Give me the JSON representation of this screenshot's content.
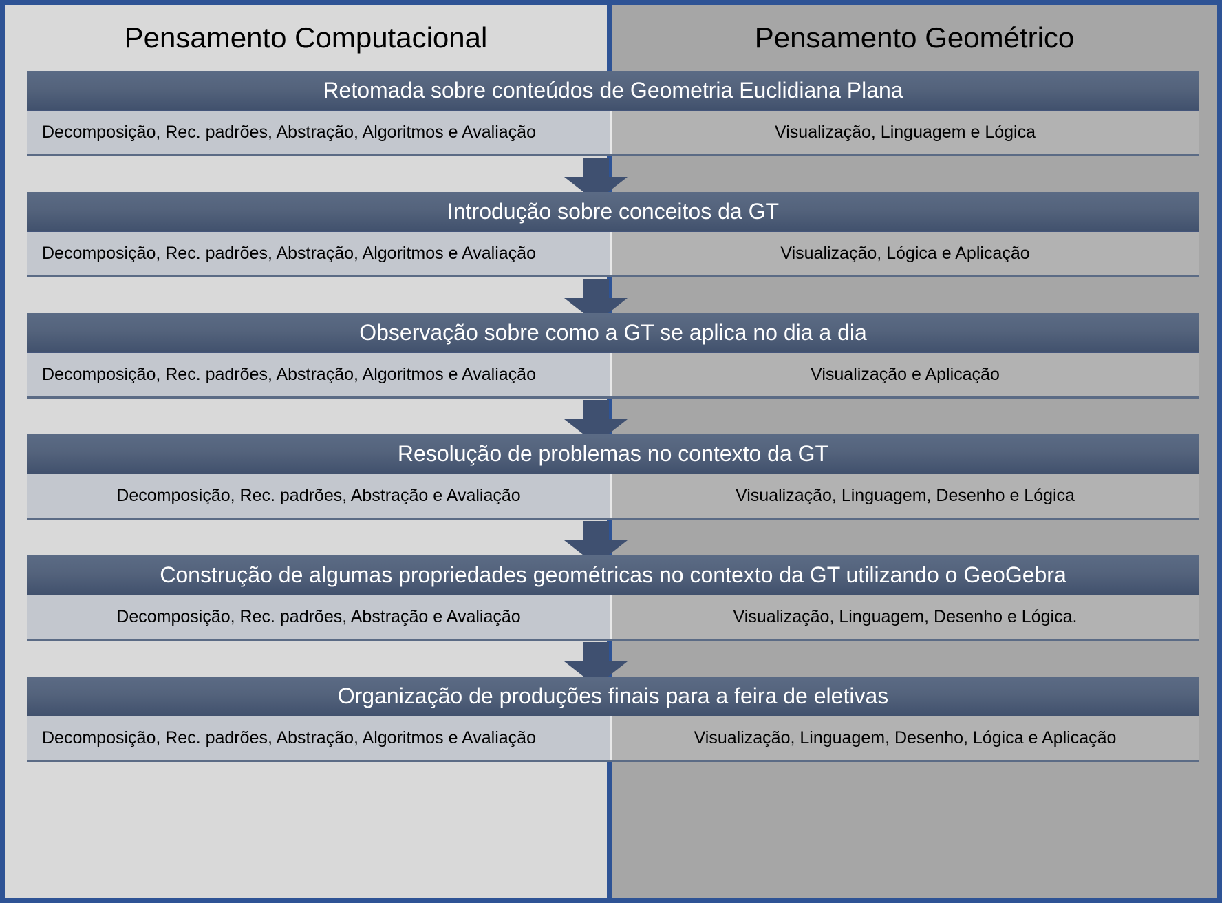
{
  "columns": {
    "left_header": "Pensamento Computacional",
    "right_header": "Pensamento Geométrico"
  },
  "colors": {
    "frame_blue": "#2E5395",
    "left_column_bg": "#D9D9D9",
    "right_column_bg": "#A6A6A6",
    "title_bar": "#54637C",
    "title_text": "#FFFFFF",
    "cell_left_bg": "#C3C7CE",
    "cell_right_bg": "#B2B2B2",
    "arrow": "#3F5070"
  },
  "stages": [
    {
      "title": "Retomada sobre conteúdos de Geometria Euclidiana Plana",
      "left": "Decomposição, Rec. padrões, Abstração, Algoritmos e Avaliação",
      "right": "Visualização, Linguagem e Lógica",
      "left_align": "left"
    },
    {
      "title": "Introdução sobre conceitos da GT",
      "left": "Decomposição, Rec. padrões, Abstração, Algoritmos e Avaliação",
      "right": "Visualização, Lógica e Aplicação",
      "left_align": "left"
    },
    {
      "title": "Observação sobre como a GT se aplica no dia a dia",
      "left": "Decomposição, Rec. padrões, Abstração, Algoritmos e Avaliação",
      "right": "Visualização e Aplicação",
      "left_align": "left"
    },
    {
      "title": "Resolução de problemas no contexto da GT",
      "left": "Decomposição, Rec. padrões, Abstração e Avaliação",
      "right": "Visualização, Linguagem, Desenho e Lógica",
      "left_align": "center"
    },
    {
      "title": "Construção de algumas propriedades geométricas no contexto da GT utilizando o GeoGebra",
      "left": "Decomposição, Rec. padrões, Abstração e Avaliação",
      "right": "Visualização, Linguagem, Desenho e Lógica.",
      "left_align": "center"
    },
    {
      "title": "Organização de produções finais para a feira de eletivas",
      "left": "Decomposição, Rec. padrões, Abstração, Algoritmos e Avaliação",
      "right": "Visualização, Linguagem, Desenho, Lógica e Aplicação",
      "left_align": "left"
    }
  ],
  "arrow_count": 5
}
